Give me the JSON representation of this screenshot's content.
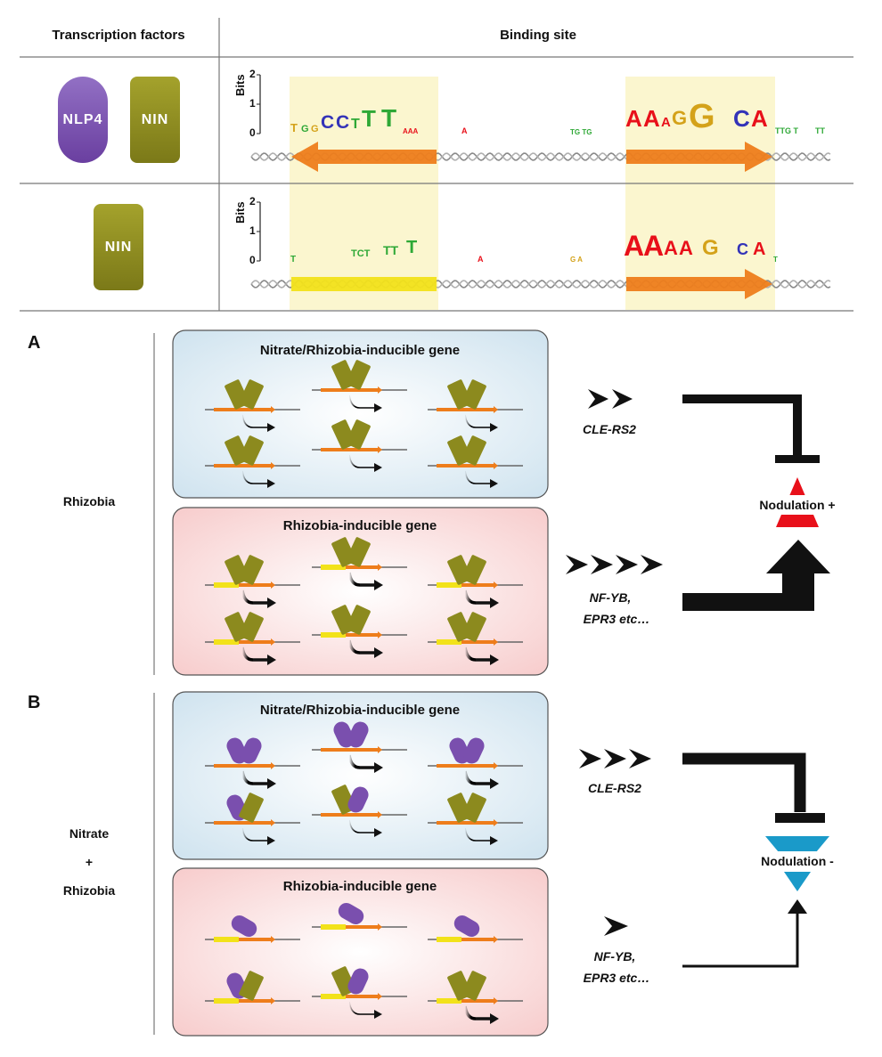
{
  "table": {
    "col_transcription_factors": "Transcription factors",
    "col_binding_site": "Binding site",
    "row1": {
      "tf_a": "NLP4",
      "tf_b": "NIN"
    },
    "row2": {
      "tf_a": "NIN"
    },
    "y_axis_label": "Bits",
    "y_ticks": [
      "2",
      "1",
      "0"
    ],
    "row1_logo_left": "TGGCCTTT",
    "row1_logo_right": "AAAGGCA",
    "row2_logo_left": "TCTTT",
    "row2_logo_right": "AAAAGCA"
  },
  "panel_a": {
    "label": "A",
    "condition": "Rhizobia",
    "top_box_title": "Nitrate/Rhizobia-inducible gene",
    "bottom_box_title": "Rhizobia-inducible gene",
    "top_target": "CLE-RS2",
    "bottom_target_line1": "NF-YB,",
    "bottom_target_line2": "EPR3 etc…",
    "outcome": "Nodulation +"
  },
  "panel_b": {
    "label": "B",
    "condition_line1": "Nitrate",
    "condition_line2": "+",
    "condition_line3": "Rhizobia",
    "top_box_title": "Nitrate/Rhizobia-inducible gene",
    "bottom_box_title": "Rhizobia-inducible gene",
    "top_target": "CLE-RS2",
    "bottom_target_line1": "NF-YB,",
    "bottom_target_line2": "EPR3 etc…",
    "outcome": "Nodulation -"
  },
  "colors": {
    "nlp4": "#7a4fae",
    "nin": "#8c8a1e",
    "orange_site": "#ee7d1b",
    "yellow_site": "#f2e21a",
    "highlight": "#fbf6cf",
    "top_box": "#dcebf3",
    "bottom_box": "#f9dcdc",
    "nodulation_plus": "#e8101a",
    "nodulation_minus": "#1a9ac9"
  }
}
